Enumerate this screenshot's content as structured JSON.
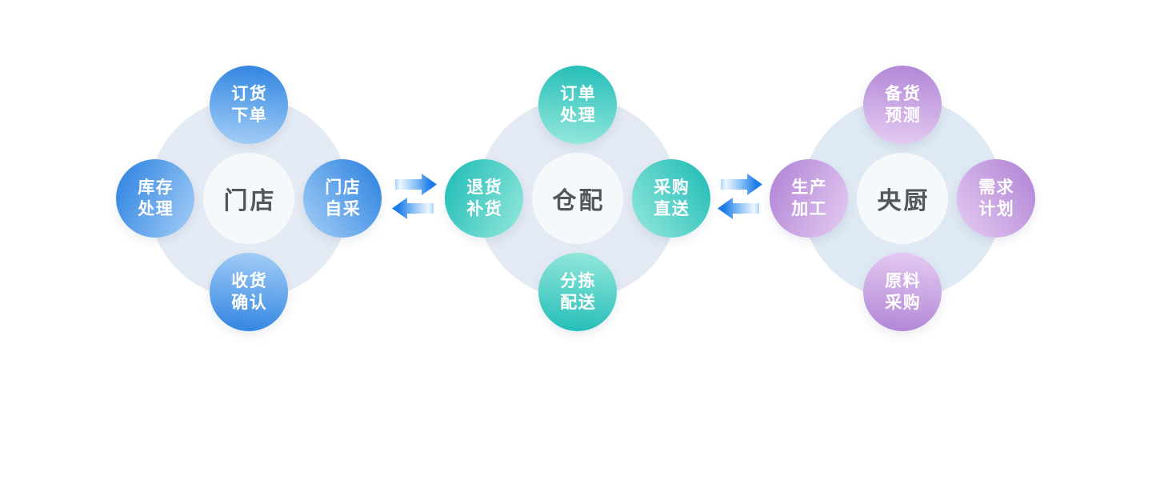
{
  "clusters": [
    {
      "id": "store",
      "center_label": "门店",
      "theme": {
        "dark": "#3587E2",
        "light": "#A5CFF7",
        "bg": "#E5EBF4",
        "inner": "#F6F9FC",
        "label_color": "#55565C"
      },
      "satellites": {
        "top": {
          "line1": "订货",
          "line2": "下单"
        },
        "left": {
          "line1": "库存",
          "line2": "处理"
        },
        "right": {
          "line1": "门店",
          "line2": "自采"
        },
        "bottom": {
          "line1": "收货",
          "line2": "确认"
        }
      }
    },
    {
      "id": "warehouse-distribution",
      "center_label": "仓配",
      "theme": {
        "dark": "#27BFB9",
        "light": "#96E8DC",
        "bg": "#E3EAF4",
        "inner": "#F6F9FC",
        "label_color": "#55565C"
      },
      "satellites": {
        "top": {
          "line1": "订单",
          "line2": "处理"
        },
        "left": {
          "line1": "退货",
          "line2": "补货"
        },
        "right": {
          "line1": "采购",
          "line2": "直送"
        },
        "bottom": {
          "line1": "分拣",
          "line2": "配送"
        }
      }
    },
    {
      "id": "central-kitchen",
      "center_label": "央厨",
      "theme": {
        "dark": "#B488D7",
        "light": "#E5CCF2",
        "bg": "#DFE9F3",
        "inner": "#F6F9FC",
        "label_color": "#55565C"
      },
      "satellites": {
        "top": {
          "line1": "备货",
          "line2": "预测"
        },
        "left": {
          "line1": "生产",
          "line2": "加工"
        },
        "right": {
          "line1": "需求",
          "line2": "计划"
        },
        "bottom": {
          "line1": "原料",
          "line2": "采购"
        }
      }
    }
  ],
  "arrows": {
    "head_color": "#1B7BE8",
    "tail_color": "#A8D3F8",
    "highlight_color": "#EDF7FF"
  }
}
